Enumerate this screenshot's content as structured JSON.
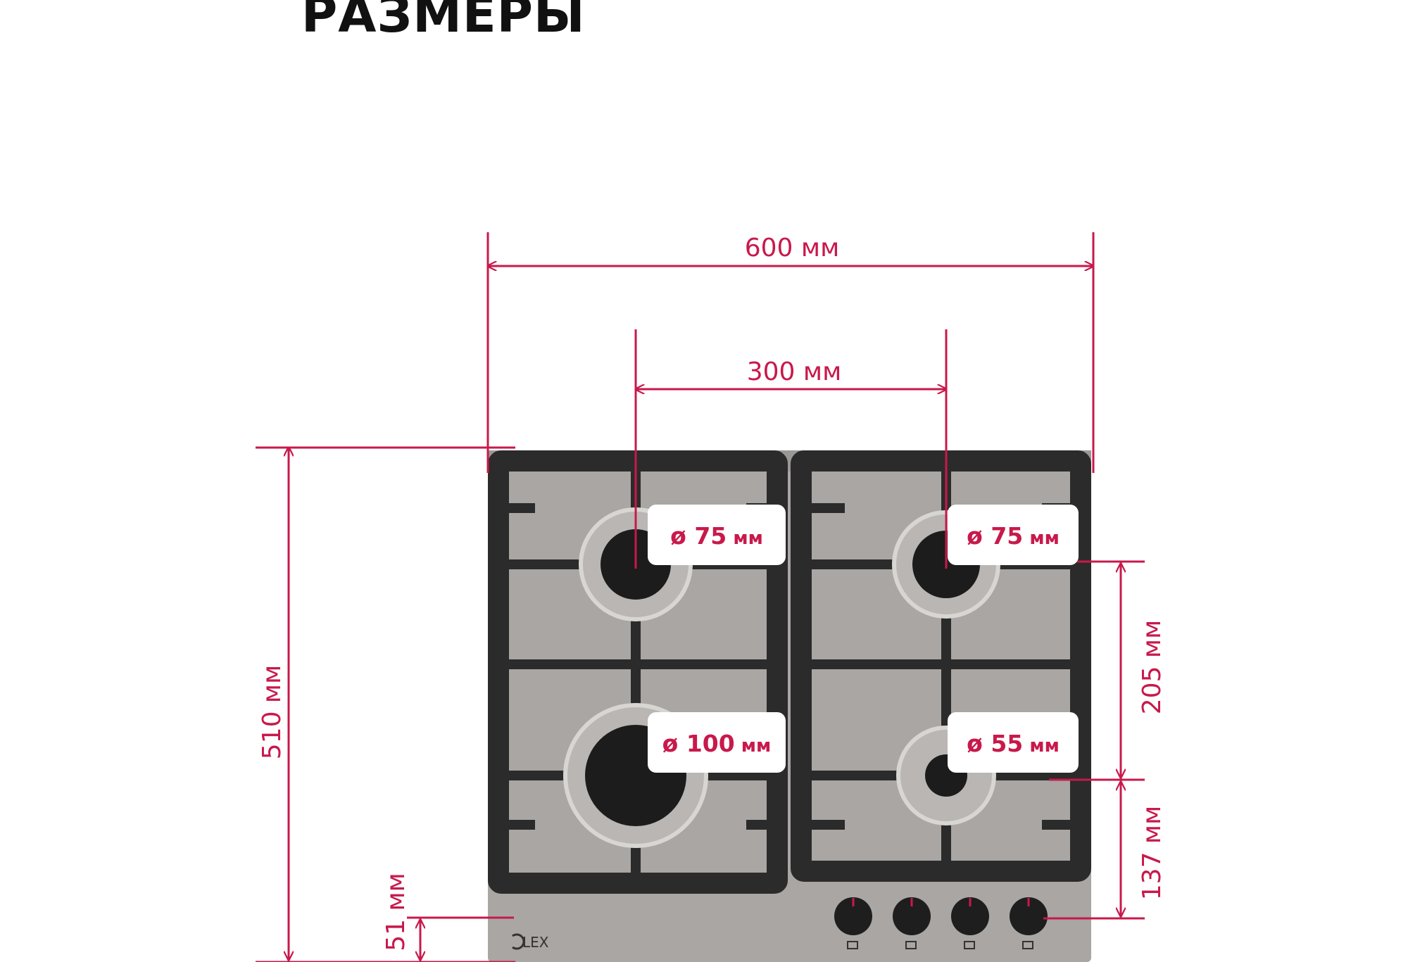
{
  "page": {
    "title": "РАЗМЕРЫ"
  },
  "colors": {
    "accent": "#c8194b",
    "panel": "#a9a6a3",
    "grate": "#2b2b2b",
    "burner": "#1c1c1c"
  },
  "dimensions": {
    "width": "600 мм",
    "burner_spacing": "300 мм",
    "depth": "510 мм",
    "front_burner_offset": "205 мм",
    "control_offset": "137 мм",
    "logo_offset": "51 мм"
  },
  "burners": [
    {
      "symbol": "ø",
      "value": "75",
      "unit": "мм"
    },
    {
      "symbol": "ø",
      "value": "75",
      "unit": "мм"
    },
    {
      "symbol": "ø",
      "value": "100",
      "unit": "мм"
    },
    {
      "symbol": "ø",
      "value": "55",
      "unit": "мм"
    }
  ],
  "brand": {
    "logo": "LEX"
  },
  "icons": {
    "knob": "knob-icon",
    "brand": "lex-logo-icon"
  }
}
